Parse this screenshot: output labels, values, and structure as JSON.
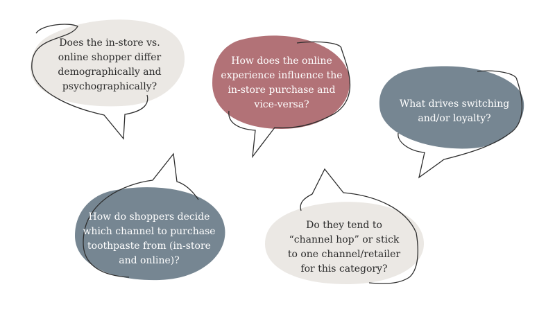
{
  "colors": {
    "light_blob": "#ebe8e4",
    "rose_blob": "#b27277",
    "slate_blob": "#768692",
    "outline": "#2d2d2d",
    "dark_text": "#2a2a2a",
    "light_text": "#ffffff"
  },
  "bubbles": [
    {
      "lines": [
        "Does the in-store vs.",
        "online shopper differ",
        "demographically and",
        "psychographically?"
      ]
    },
    {
      "lines": [
        "How does the online",
        "experience influence the",
        "in-store purchase and",
        "vice-versa?"
      ]
    },
    {
      "lines": [
        "What drives switching",
        "and/or loyalty?"
      ]
    },
    {
      "lines": [
        "How do shoppers decide",
        "which channel to purchase",
        "toothpaste from (in-store",
        "and online)?"
      ]
    },
    {
      "lines": [
        "Do they tend to",
        "“channel hop” or stick",
        "to one channel/retailer",
        "for this category?"
      ]
    }
  ]
}
